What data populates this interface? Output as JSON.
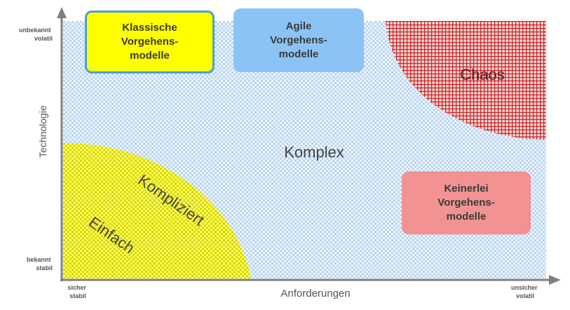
{
  "axes": {
    "y_title": "Technologie",
    "y_top": [
      "unbekannt",
      "volatil"
    ],
    "y_bottom": [
      "bekannt",
      "stabil"
    ],
    "x_title": "Anforderungen",
    "x_left": [
      "sicher",
      "stabil"
    ],
    "x_right": [
      "unsicher",
      "volatil"
    ]
  },
  "regions": {
    "complex": "Komplex",
    "complicated": "Kompliziert",
    "simple": "Einfach",
    "chaos": "Chaos"
  },
  "boxes": {
    "classic": "Klassische\nVorgehens-\nmodelle",
    "agile": "Agile\nVorgehens-\nmodelle",
    "none": "Keinerlei\nVorgehens-\nmodelle"
  },
  "colors": {
    "complex_fill": "#c9dff4",
    "simple_fill": "#f4f42a",
    "chaos_fill": "#d43a3a",
    "classic_box": "#ffff00",
    "classic_border": "#4a9fd8",
    "agile_box": "#8cc3f6",
    "none_box": "#f29292",
    "axis": "#7f7f7f"
  }
}
